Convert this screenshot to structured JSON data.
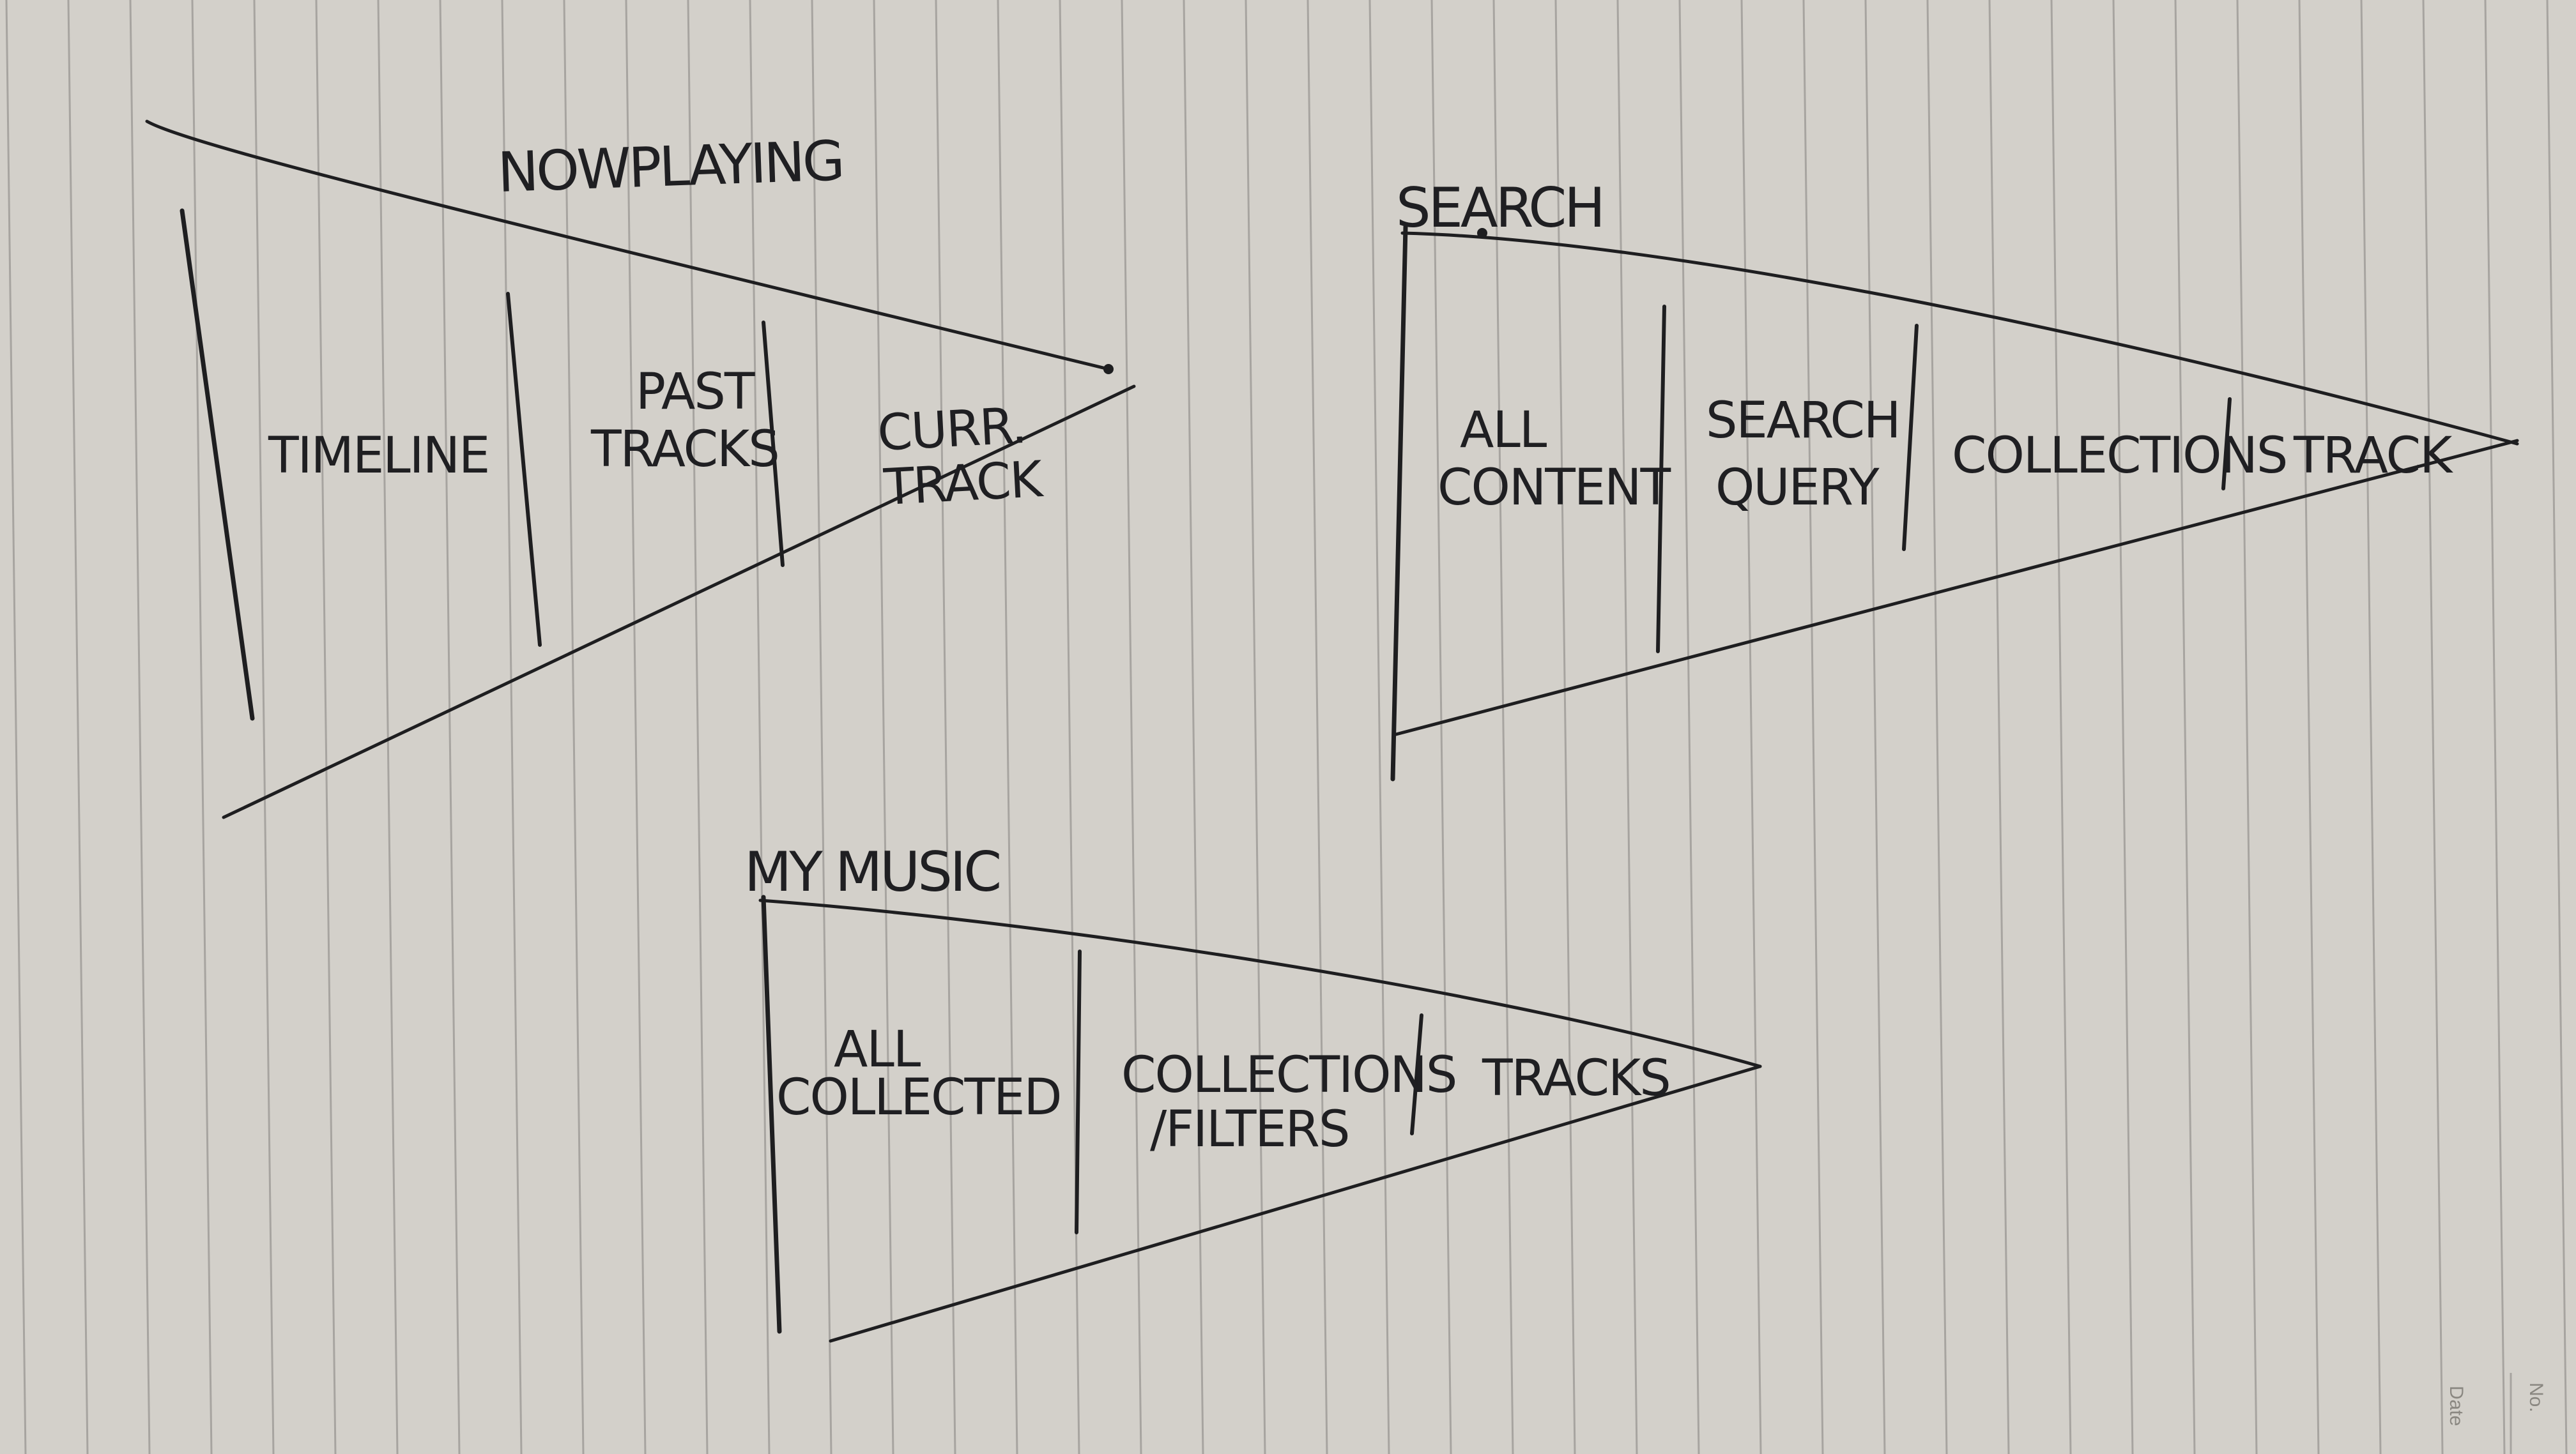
{
  "diagrams": {
    "now_playing": {
      "title": "NOWPLAYING",
      "sections": [
        "TIMELINE",
        "PAST",
        "TRACKS",
        "CURR.",
        "TRACK"
      ]
    },
    "search": {
      "title": "SEARCH",
      "sections": [
        "ALL",
        "CONTENT",
        "SEARCH",
        "QUERY",
        "COLLECTIONS",
        "TRACK"
      ]
    },
    "my_music": {
      "title": "MY MUSIC",
      "sections": [
        "ALL",
        "COLLECTED",
        "COLLECTIONS",
        "/FILTERS",
        "TRACKS"
      ]
    }
  },
  "page_footer": {
    "date_label": "Date",
    "number_label": "No."
  },
  "colors": {
    "paper": "#d3d0ca",
    "ink": "#1e1e20",
    "rule_lines": "#a7a4a0"
  }
}
